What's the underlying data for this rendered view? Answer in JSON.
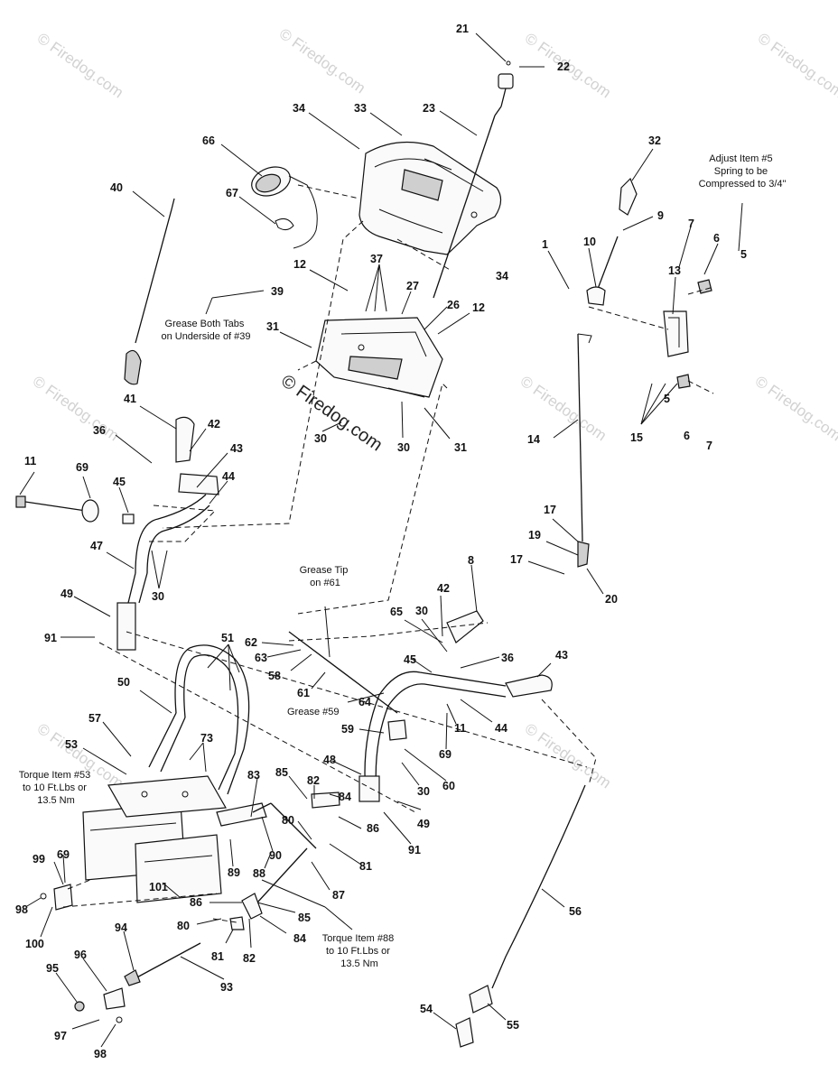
{
  "watermarks": [
    "© Firedog.com",
    "© Firedog.com",
    "© Firedog.com",
    "© Firedog.com",
    "© Firedog.com",
    "© Firedog.com",
    "© Firedog.com",
    "© Firedog.com",
    "© Firedog.com"
  ],
  "notes": {
    "adjust_5": [
      "Adjust Item #5",
      "Spring to be",
      "Compressed to 3/4\""
    ],
    "grease_39": [
      "Grease Both Tabs",
      "on Underside of #39"
    ],
    "grease_61": [
      "Grease Tip",
      "on #61"
    ],
    "grease_59": "Grease #59",
    "torque_53": [
      "Torque Item #53",
      "to 10 Ft.Lbs or",
      "13.5 Nm"
    ],
    "torque_88": [
      "Torque Item #88",
      "to 10 Ft.Lbs or",
      "13.5 Nm"
    ]
  },
  "callouts": [
    {
      "id": "c21",
      "text": "21"
    },
    {
      "id": "c22",
      "text": "22"
    },
    {
      "id": "c23",
      "text": "23"
    },
    {
      "id": "c33",
      "text": "33"
    },
    {
      "id": "c34a",
      "text": "34"
    },
    {
      "id": "c34b",
      "text": "34"
    },
    {
      "id": "c66",
      "text": "66"
    },
    {
      "id": "c67",
      "text": "67"
    },
    {
      "id": "c40",
      "text": "40"
    },
    {
      "id": "c32",
      "text": "32"
    },
    {
      "id": "c9",
      "text": "9"
    },
    {
      "id": "c1",
      "text": "1"
    },
    {
      "id": "c10",
      "text": "10"
    },
    {
      "id": "c7a",
      "text": "7"
    },
    {
      "id": "c6a",
      "text": "6"
    },
    {
      "id": "c5a",
      "text": "5"
    },
    {
      "id": "c13",
      "text": "13"
    },
    {
      "id": "c12a",
      "text": "12"
    },
    {
      "id": "c37",
      "text": "37"
    },
    {
      "id": "c39",
      "text": "39"
    },
    {
      "id": "c27",
      "text": "27"
    },
    {
      "id": "c26",
      "text": "26"
    },
    {
      "id": "c12b",
      "text": "12"
    },
    {
      "id": "c31a",
      "text": "31"
    },
    {
      "id": "c30a",
      "text": "30"
    },
    {
      "id": "c30b",
      "text": "30"
    },
    {
      "id": "c31b",
      "text": "31"
    },
    {
      "id": "c5b",
      "text": "5"
    },
    {
      "id": "c6b",
      "text": "6"
    },
    {
      "id": "c7b",
      "text": "7"
    },
    {
      "id": "c15",
      "text": "15"
    },
    {
      "id": "c14",
      "text": "14"
    },
    {
      "id": "c41",
      "text": "41"
    },
    {
      "id": "c42a",
      "text": "42"
    },
    {
      "id": "c36a",
      "text": "36"
    },
    {
      "id": "c43a",
      "text": "43"
    },
    {
      "id": "c11a",
      "text": "11"
    },
    {
      "id": "c69a",
      "text": "69"
    },
    {
      "id": "c45a",
      "text": "45"
    },
    {
      "id": "c44a",
      "text": "44"
    },
    {
      "id": "c47",
      "text": "47"
    },
    {
      "id": "c30c",
      "text": "30"
    },
    {
      "id": "c17a",
      "text": "17"
    },
    {
      "id": "c19",
      "text": "19"
    },
    {
      "id": "c17b",
      "text": "17"
    },
    {
      "id": "c20",
      "text": "20"
    },
    {
      "id": "c8",
      "text": "8"
    },
    {
      "id": "c49a",
      "text": "49"
    },
    {
      "id": "c91a",
      "text": "91"
    },
    {
      "id": "c51",
      "text": "51"
    },
    {
      "id": "c62",
      "text": "62"
    },
    {
      "id": "c63",
      "text": "63"
    },
    {
      "id": "c58",
      "text": "58"
    },
    {
      "id": "c65",
      "text": "65"
    },
    {
      "id": "c30d",
      "text": "30"
    },
    {
      "id": "c42b",
      "text": "42"
    },
    {
      "id": "c36b",
      "text": "36"
    },
    {
      "id": "c43b",
      "text": "43"
    },
    {
      "id": "c45b",
      "text": "45"
    },
    {
      "id": "c50",
      "text": "50"
    },
    {
      "id": "c61",
      "text": "61"
    },
    {
      "id": "c64",
      "text": "64"
    },
    {
      "id": "c11b",
      "text": "11"
    },
    {
      "id": "c44b",
      "text": "44"
    },
    {
      "id": "c57",
      "text": "57"
    },
    {
      "id": "c59",
      "text": "59"
    },
    {
      "id": "c69b",
      "text": "69"
    },
    {
      "id": "c73",
      "text": "73"
    },
    {
      "id": "c53",
      "text": "53"
    },
    {
      "id": "c48",
      "text": "48"
    },
    {
      "id": "c60",
      "text": "60"
    },
    {
      "id": "c30e",
      "text": "30"
    },
    {
      "id": "c83",
      "text": "83"
    },
    {
      "id": "c85a",
      "text": "85"
    },
    {
      "id": "c82a",
      "text": "82"
    },
    {
      "id": "c84a",
      "text": "84"
    },
    {
      "id": "c49b",
      "text": "49"
    },
    {
      "id": "c80a",
      "text": "80"
    },
    {
      "id": "c86a",
      "text": "86"
    },
    {
      "id": "c91b",
      "text": "91"
    },
    {
      "id": "c90",
      "text": "90"
    },
    {
      "id": "c81a",
      "text": "81"
    },
    {
      "id": "c89",
      "text": "89"
    },
    {
      "id": "c88",
      "text": "88"
    },
    {
      "id": "c99",
      "text": "99"
    },
    {
      "id": "c69c",
      "text": "69"
    },
    {
      "id": "c101",
      "text": "101"
    },
    {
      "id": "c87",
      "text": "87"
    },
    {
      "id": "c98a",
      "text": "98"
    },
    {
      "id": "c86b",
      "text": "86"
    },
    {
      "id": "c85b",
      "text": "85"
    },
    {
      "id": "c56",
      "text": "56"
    },
    {
      "id": "c80b",
      "text": "80"
    },
    {
      "id": "c84b",
      "text": "84"
    },
    {
      "id": "c100",
      "text": "100"
    },
    {
      "id": "c94",
      "text": "94"
    },
    {
      "id": "c81b",
      "text": "81"
    },
    {
      "id": "c82b",
      "text": "82"
    },
    {
      "id": "c96",
      "text": "96"
    },
    {
      "id": "c93",
      "text": "93"
    },
    {
      "id": "c95",
      "text": "95"
    },
    {
      "id": "c54",
      "text": "54"
    },
    {
      "id": "c55",
      "text": "55"
    },
    {
      "id": "c97",
      "text": "97"
    },
    {
      "id": "c98b",
      "text": "98"
    }
  ]
}
